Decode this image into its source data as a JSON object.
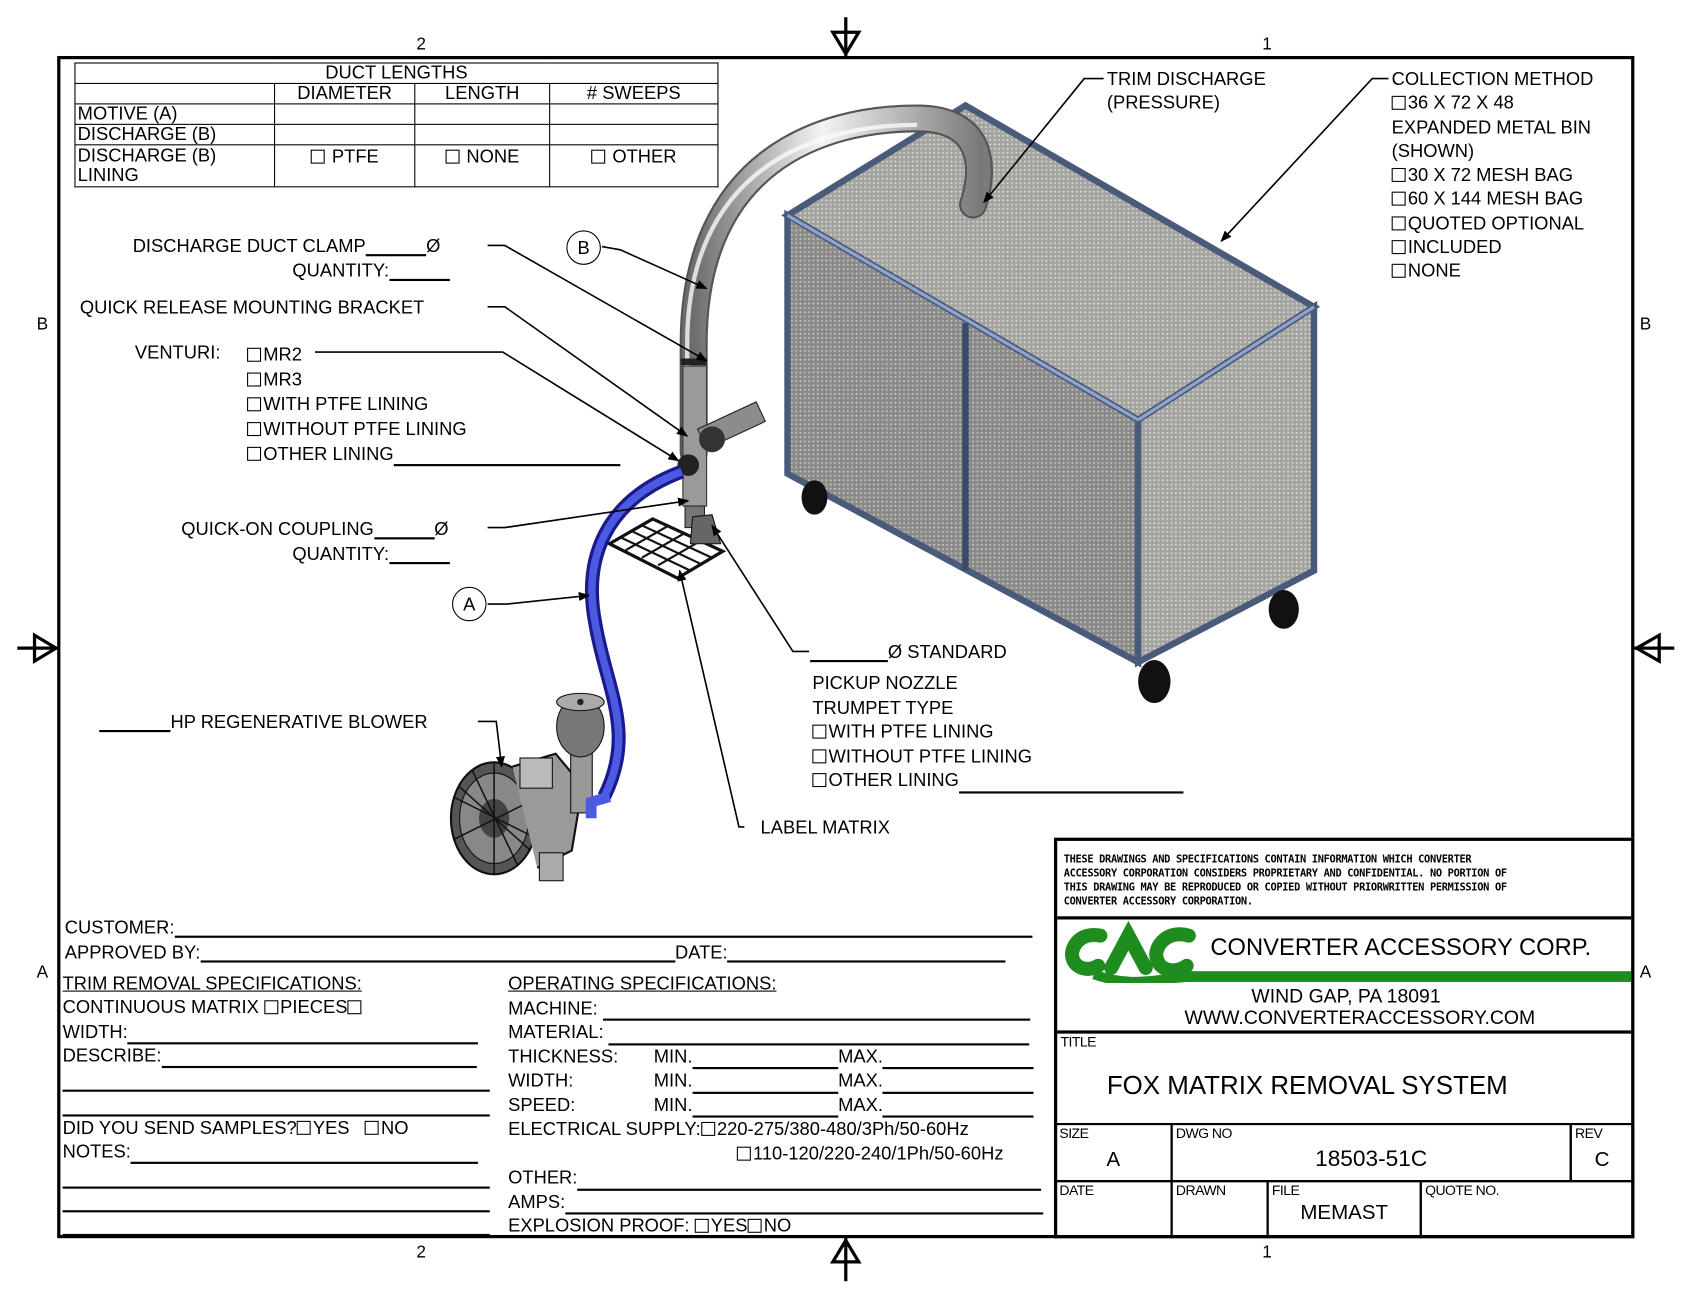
{
  "border": {
    "zone_cols_top": [
      "2",
      "1"
    ],
    "zone_cols_bottom": [
      "2",
      "1"
    ],
    "zone_rows_left": [
      "B",
      "A"
    ],
    "zone_rows_right": [
      "B",
      "A"
    ]
  },
  "duct_table": {
    "title": "DUCT LENGTHS",
    "headers": [
      "",
      "DIAMETER",
      "LENGTH",
      "# SWEEPS"
    ],
    "rows": [
      {
        "label": "MOTIVE (A)",
        "cells": [
          "",
          "",
          ""
        ]
      },
      {
        "label": "DISCHARGE (B)",
        "cells": [
          "",
          "",
          ""
        ]
      }
    ],
    "lining_row": {
      "label_line1": "DISCHARGE (B)",
      "label_line2": "LINING",
      "options": [
        "PTFE",
        "NONE",
        "OTHER"
      ]
    }
  },
  "callouts": {
    "discharge_duct_clamp": "DISCHARGE DUCT CLAMP",
    "diameter_symbol": "Ø",
    "quantity": "QUANTITY:",
    "quick_release": "QUICK RELEASE MOUNTING BRACKET",
    "venturi_label": "VENTURI:",
    "venturi_options": [
      "MR2",
      "MR3",
      "WITH PTFE LINING",
      "WITHOUT PTFE LINING",
      "OTHER LINING"
    ],
    "quick_on_coupling": "QUICK-ON COUPLING",
    "marker_a": "A",
    "marker_b": "B",
    "hp_blower": "HP REGENERATIVE BLOWER",
    "label_matrix": "LABEL MATRIX",
    "standard": "Ø STANDARD",
    "pickup_line1": "PICKUP NOZZLE",
    "pickup_line2": "TRUMPET TYPE",
    "pickup_options": [
      "WITH PTFE LINING",
      "WITHOUT PTFE LINING",
      "OTHER LINING"
    ],
    "trim_discharge_line1": "TRIM DISCHARGE",
    "trim_discharge_line2": "(PRESSURE)",
    "collection_title": "COLLECTION METHOD",
    "collection_opt1_line1": "36 X 72 X 48",
    "collection_opt1_line2": "EXPANDED METAL BIN",
    "collection_opt1_line3": "(SHOWN)",
    "collection_options": [
      "30 X 72 MESH BAG",
      "60 X 144 MESH BAG",
      "QUOTED OPTIONAL",
      "INCLUDED",
      "NONE"
    ]
  },
  "form": {
    "customer": "CUSTOMER:",
    "approved_by": "APPROVED BY:",
    "date": "DATE:",
    "trim_title": "TRIM REMOVAL SPECIFICATIONS:",
    "continuous_matrix": "CONTINUOUS MATRIX",
    "pieces": "PIECES",
    "width": "WIDTH:",
    "describe": "DESCRIBE:",
    "samples": "DID YOU SEND SAMPLES?",
    "yes": "YES",
    "no": "NO",
    "notes": "NOTES:",
    "op_title": "OPERATING SPECIFICATIONS:",
    "machine": "MACHINE:",
    "material": "MATERIAL:",
    "thickness": "THICKNESS:",
    "op_width": "WIDTH:",
    "speed": "SPEED:",
    "min": "MIN.",
    "max": "MAX.",
    "electrical": "ELECTRICAL SUPPLY:",
    "elec_opt1": "220-275/380-480/3Ph/50-60Hz",
    "elec_opt2": "110-120/220-240/1Ph/50-60Hz",
    "other": "OTHER:",
    "amps": "AMPS:",
    "explosion": "EXPLOSION PROOF:"
  },
  "title_block": {
    "disclaimer": [
      "THESE DRAWINGS AND SPECIFICATIONS CONTAIN INFORMATION WHICH CONVERTER",
      "ACCESSORY CORPORATION CONSIDERS PROPRIETARY AND CONFIDENTIAL.  NO PORTION OF",
      "THIS DRAWING MAY BE REPRODUCED OR COPIED WITHOUT PRIORWRITTEN PERMISSION OF",
      "CONVERTER ACCESSORY CORPORATION."
    ],
    "logo": "CAC",
    "company": "CONVERTER ACCESSORY CORP.",
    "address": "WIND GAP, PA 18091",
    "website": "WWW.CONVERTERACCESSORY.COM",
    "brand_color": "#1e8c1e",
    "title_label": "TITLE",
    "title": "FOX MATRIX REMOVAL SYSTEM",
    "size_label": "SIZE",
    "size": "A",
    "dwg_label": "DWG NO",
    "dwg_no": "18503-51C",
    "rev_label": "REV",
    "rev": "C",
    "date_label": "DATE",
    "date": "",
    "drawn_label": "DRAWN",
    "drawn": "",
    "file_label": "FILE",
    "file": "MEMAST",
    "quote_label": "QUOTE NO.",
    "quote": ""
  }
}
